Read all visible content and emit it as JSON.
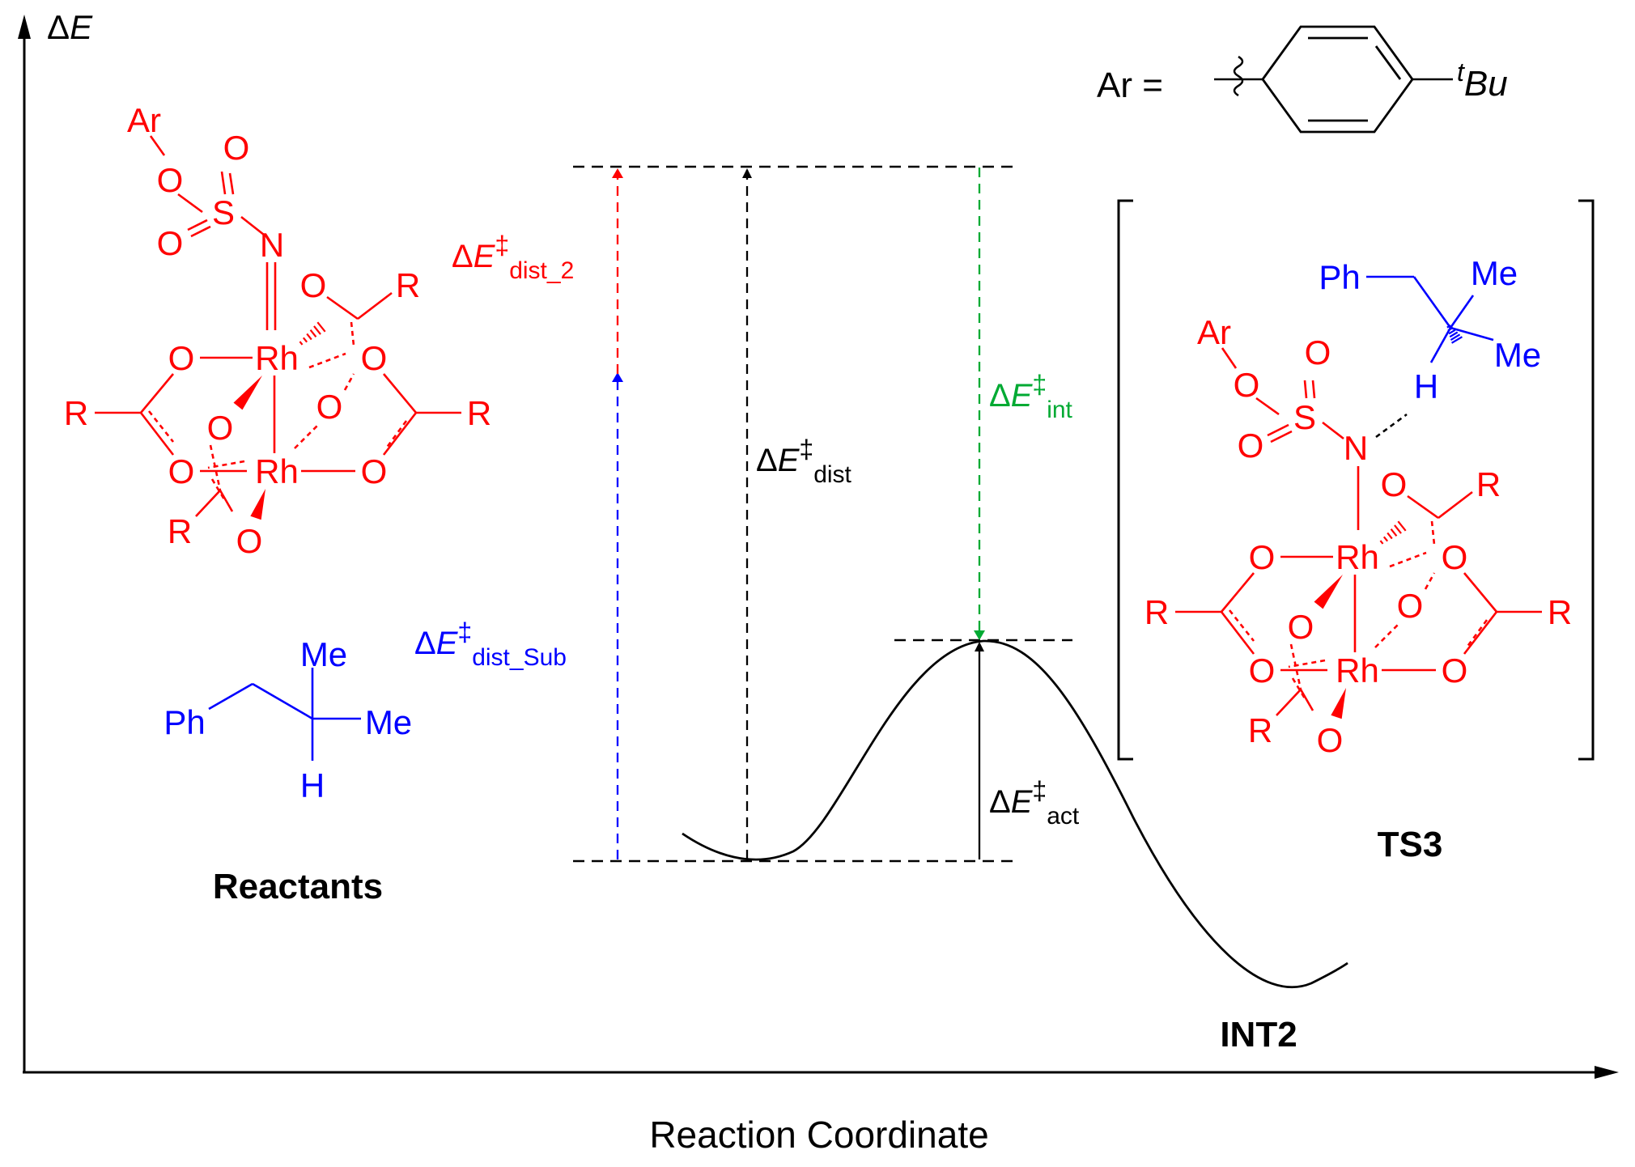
{
  "axes": {
    "y_label_delta": "Δ",
    "y_label_var": "E",
    "x_label": "Reaction Coordinate"
  },
  "colors": {
    "black": "#000000",
    "red": "#ff0000",
    "blue": "#0000ff",
    "green": "#00aa33"
  },
  "ar_definition": {
    "label": "Ar =",
    "substituent_sup": "t",
    "substituent": "Bu"
  },
  "species": {
    "reactants": "Reactants",
    "ts": "TS3",
    "product": "INT2"
  },
  "energy_terms": {
    "delta": "ΔE",
    "dagger": "‡",
    "dist_2": "dist_2",
    "dist_sub": "dist_Sub",
    "dist": "dist",
    "int": "int",
    "act": "act"
  },
  "atoms": {
    "ar": "Ar",
    "o": "O",
    "s": "S",
    "n": "N",
    "rh": "Rh",
    "r": "R",
    "ph": "Ph",
    "me": "Me",
    "h": "H"
  }
}
